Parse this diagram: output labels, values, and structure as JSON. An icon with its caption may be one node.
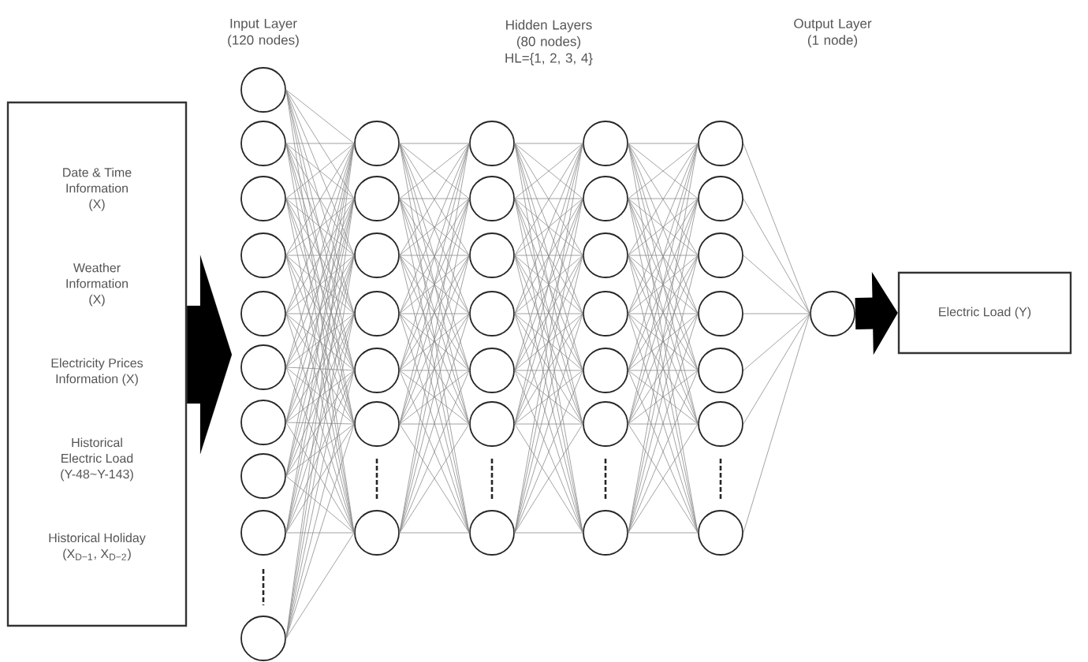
{
  "diagram": {
    "nodes": [
      {
        "text": [
          "Date & Time Information (X)",
          "Weather Information (X)",
          "Electricity Prices Information (X)",
          "Historical Electric Load (Y-48~Y-143)",
          "Historical Holiday (X$_{D−1}$, X$_{D−2}$)"
        ]
      },
      {
        "text": [],
        "shape": "circle"
      },
      {
        "text": [],
        "shape": "circle"
      },
      {
        "text": [],
        "shape": "circle"
      },
      {
        "text": [],
        "shape": "circle"
      },
      {
        "text": [],
        "shape": "circle"
      },
      {
        "text": [],
        "shape": "circle"
      },
      {
        "text": [],
        "shape": "circle"
      },
      {
        "text": [],
        "shape": "circle"
      },
      {
        "text": [],
        "shape": "circle"
      },
      {
        "text": [],
        "shape": "circle"
      },
      {
        "text": [],
        "shape": "circle"
      },
      {
        "text": [],
        "shape": "circle"
      },
      {
        "text": [],
        "shape": "circle"
      },
      {
        "text": [],
        "shape": "circle"
      },
      {
        "text": [],
        "shape": "circle"
      },
      {
        "text": [],
        "shape": "circle"
      },
      {
        "text": [],
        "shape": "circle"
      },
      {
        "text": [],
        "shape": "circle"
      },
      {
        "text": [],
        "shape": "circle"
      },
      {
        "text": [],
        "shape": "circle"
      },
      {
        "text": [],
        "shape": "circle"
      },
      {
        "text": [],
        "shape": "circle"
      },
      {
        "text": [],
        "shape": "circle"
      },
      {
        "text": [],
        "shape": "circle"
      },
      {
        "text": [],
        "shape": "circle"
      },
      {
        "text": [],
        "shape": "circle"
      },
      {
        "text": [],
        "shape": "circle"
      },
      {
        "text": [],
        "shape": "circle"
      },
      {
        "text": [],
        "shape": "circle"
      },
      {
        "text": [],
        "shape": "circle"
      },
      {
        "text": [],
        "shape": "circle"
      },
      {
        "text": [],
        "shape": "circle"
      },
      {
        "text": [],
        "shape": "circle"
      },
      {
        "text": [],
        "shape": "circle"
      },
      {
        "text": [],
        "shape": "circle"
      },
      {
        "text": [],
        "shape": "circle"
      },
      {
        "text": [],
        "shape": "circle"
      },
      {
        "text": [],
        "shape": "circle"
      },
      {
        "text": [],
        "shape": "circle"
      },
      {
        "text": [
          "Electric Load (Y)"
        ]
      }
    ],
    "edges": [
      {
        "from": 0,
        "to": null,
        "arrow": "to",
        "style": "thick",
        "color": "#000000"
      },
      {
        "from": 39,
        "to": 40,
        "arrow": "to",
        "style": "thick",
        "color": "#000000"
      },
      {
        "from": 1,
        "to": 11,
        "arrow": "none"
      },
      {
        "from": 1,
        "to": 12,
        "arrow": "none"
      },
      {
        "from": 1,
        "to": 13,
        "arrow": "none"
      },
      {
        "from": 1,
        "to": 14,
        "arrow": "none"
      },
      {
        "from": 1,
        "to": 15,
        "arrow": "none"
      },
      {
        "from": 1,
        "to": 16,
        "arrow": "none"
      },
      {
        "from": 1,
        "to": 17,
        "arrow": "none"
      },
      {
        "from": 2,
        "to": 11,
        "arrow": "none"
      },
      {
        "from": 2,
        "to": 12,
        "arrow": "none"
      },
      {
        "from": 2,
        "to": 13,
        "arrow": "none"
      },
      {
        "from": 2,
        "to": 14,
        "arrow": "none"
      },
      {
        "from": 2,
        "to": 15,
        "arrow": "none"
      },
      {
        "from": 2,
        "to": 16,
        "arrow": "none"
      },
      {
        "from": 2,
        "to": 17,
        "arrow": "none"
      },
      {
        "from": 3,
        "to": 11,
        "arrow": "none"
      },
      {
        "from": 3,
        "to": 12,
        "arrow": "none"
      },
      {
        "from": 3,
        "to": 13,
        "arrow": "none"
      },
      {
        "from": 3,
        "to": 14,
        "arrow": "none"
      },
      {
        "from": 3,
        "to": 15,
        "arrow": "none"
      },
      {
        "from": 3,
        "to": 16,
        "arrow": "none"
      },
      {
        "from": 3,
        "to": 17,
        "arrow": "none"
      },
      {
        "from": 4,
        "to": 11,
        "arrow": "none"
      },
      {
        "from": 4,
        "to": 12,
        "arrow": "none"
      },
      {
        "from": 4,
        "to": 13,
        "arrow": "none"
      },
      {
        "from": 4,
        "to": 14,
        "arrow": "none"
      },
      {
        "from": 4,
        "to": 15,
        "arrow": "none"
      },
      {
        "from": 4,
        "to": 16,
        "arrow": "none"
      },
      {
        "from": 4,
        "to": 17,
        "arrow": "none"
      },
      {
        "from": 5,
        "to": 11,
        "arrow": "none"
      },
      {
        "from": 5,
        "to": 12,
        "arrow": "none"
      },
      {
        "from": 5,
        "to": 13,
        "arrow": "none"
      },
      {
        "from": 5,
        "to": 14,
        "arrow": "none"
      },
      {
        "from": 5,
        "to": 15,
        "arrow": "none"
      },
      {
        "from": 5,
        "to": 16,
        "arrow": "none"
      },
      {
        "from": 5,
        "to": 17,
        "arrow": "none"
      },
      {
        "from": 6,
        "to": 11,
        "arrow": "none"
      },
      {
        "from": 6,
        "to": 12,
        "arrow": "none"
      },
      {
        "from": 6,
        "to": 13,
        "arrow": "none"
      },
      {
        "from": 6,
        "to": 14,
        "arrow": "none"
      },
      {
        "from": 6,
        "to": 15,
        "arrow": "none"
      },
      {
        "from": 6,
        "to": 16,
        "arrow": "none"
      },
      {
        "from": 6,
        "to": 17,
        "arrow": "none"
      },
      {
        "from": 7,
        "to": 11,
        "arrow": "none"
      },
      {
        "from": 7,
        "to": 12,
        "arrow": "none"
      },
      {
        "from": 7,
        "to": 13,
        "arrow": "none"
      },
      {
        "from": 7,
        "to": 14,
        "arrow": "none"
      },
      {
        "from": 7,
        "to": 15,
        "arrow": "none"
      },
      {
        "from": 7,
        "to": 16,
        "arrow": "none"
      },
      {
        "from": 7,
        "to": 17,
        "arrow": "none"
      },
      {
        "from": 8,
        "to": 11,
        "arrow": "none"
      },
      {
        "from": 8,
        "to": 12,
        "arrow": "none"
      },
      {
        "from": 8,
        "to": 13,
        "arrow": "none"
      },
      {
        "from": 8,
        "to": 14,
        "arrow": "none"
      },
      {
        "from": 8,
        "to": 15,
        "arrow": "none"
      },
      {
        "from": 8,
        "to": 16,
        "arrow": "none"
      },
      {
        "from": 8,
        "to": 17,
        "arrow": "none"
      },
      {
        "from": 9,
        "to": 11,
        "arrow": "none"
      },
      {
        "from": 9,
        "to": 12,
        "arrow": "none"
      },
      {
        "from": 9,
        "to": 13,
        "arrow": "none"
      },
      {
        "from": 9,
        "to": 14,
        "arrow": "none"
      },
      {
        "from": 9,
        "to": 15,
        "arrow": "none"
      },
      {
        "from": 9,
        "to": 16,
        "arrow": "none"
      },
      {
        "from": 9,
        "to": 17,
        "arrow": "none"
      },
      {
        "from": 10,
        "to": 11,
        "arrow": "none"
      },
      {
        "from": 10,
        "to": 12,
        "arrow": "none"
      },
      {
        "from": 10,
        "to": 13,
        "arrow": "none"
      },
      {
        "from": 10,
        "to": 14,
        "arrow": "none"
      },
      {
        "from": 10,
        "to": 15,
        "arrow": "none"
      },
      {
        "from": 10,
        "to": 16,
        "arrow": "none"
      },
      {
        "from": 10,
        "to": 17,
        "arrow": "none"
      },
      {
        "from": 11,
        "to": 18,
        "arrow": "none"
      },
      {
        "from": 11,
        "to": 19,
        "arrow": "none"
      },
      {
        "from": 11,
        "to": 20,
        "arrow": "none"
      },
      {
        "from": 11,
        "to": 21,
        "arrow": "none"
      },
      {
        "from": 11,
        "to": 22,
        "arrow": "none"
      },
      {
        "from": 11,
        "to": 23,
        "arrow": "none"
      },
      {
        "from": 11,
        "to": 24,
        "arrow": "none"
      },
      {
        "from": 12,
        "to": 18,
        "arrow": "none"
      },
      {
        "from": 12,
        "to": 19,
        "arrow": "none"
      },
      {
        "from": 12,
        "to": 20,
        "arrow": "none"
      },
      {
        "from": 12,
        "to": 21,
        "arrow": "none"
      },
      {
        "from": 12,
        "to": 22,
        "arrow": "none"
      },
      {
        "from": 12,
        "to": 23,
        "arrow": "none"
      },
      {
        "from": 12,
        "to": 24,
        "arrow": "none"
      },
      {
        "from": 13,
        "to": 18,
        "arrow": "none"
      },
      {
        "from": 13,
        "to": 19,
        "arrow": "none"
      },
      {
        "from": 13,
        "to": 20,
        "arrow": "none"
      },
      {
        "from": 13,
        "to": 21,
        "arrow": "none"
      },
      {
        "from": 13,
        "to": 22,
        "arrow": "none"
      },
      {
        "from": 13,
        "to": 23,
        "arrow": "none"
      },
      {
        "from": 13,
        "to": 24,
        "arrow": "none"
      },
      {
        "from": 14,
        "to": 18,
        "arrow": "none"
      },
      {
        "from": 14,
        "to": 19,
        "arrow": "none"
      },
      {
        "from": 14,
        "to": 20,
        "arrow": "none"
      },
      {
        "from": 14,
        "to": 21,
        "arrow": "none"
      },
      {
        "from": 14,
        "to": 22,
        "arrow": "none"
      },
      {
        "from": 14,
        "to": 23,
        "arrow": "none"
      },
      {
        "from": 14,
        "to": 24,
        "arrow": "none"
      },
      {
        "from": 15,
        "to": 18,
        "arrow": "none"
      },
      {
        "from": 15,
        "to": 19,
        "arrow": "none"
      },
      {
        "from": 15,
        "to": 20,
        "arrow": "none"
      },
      {
        "from": 15,
        "to": 21,
        "arrow": "none"
      },
      {
        "from": 15,
        "to": 22,
        "arrow": "none"
      },
      {
        "from": 15,
        "to": 23,
        "arrow": "none"
      },
      {
        "from": 15,
        "to": 24,
        "arrow": "none"
      },
      {
        "from": 16,
        "to": 18,
        "arrow": "none"
      },
      {
        "from": 16,
        "to": 19,
        "arrow": "none"
      },
      {
        "from": 16,
        "to": 20,
        "arrow": "none"
      },
      {
        "from": 16,
        "to": 21,
        "arrow": "none"
      },
      {
        "from": 16,
        "to": 22,
        "arrow": "none"
      },
      {
        "from": 16,
        "to": 23,
        "arrow": "none"
      },
      {
        "from": 16,
        "to": 24,
        "arrow": "none"
      },
      {
        "from": 17,
        "to": 18,
        "arrow": "none"
      },
      {
        "from": 17,
        "to": 19,
        "arrow": "none"
      },
      {
        "from": 17,
        "to": 20,
        "arrow": "none"
      },
      {
        "from": 17,
        "to": 21,
        "arrow": "none"
      },
      {
        "from": 17,
        "to": 22,
        "arrow": "none"
      },
      {
        "from": 17,
        "to": 23,
        "arrow": "none"
      },
      {
        "from": 17,
        "to": 24,
        "arrow": "none"
      },
      {
        "from": 18,
        "to": 25,
        "arrow": "none"
      },
      {
        "from": 18,
        "to": 26,
        "arrow": "none"
      },
      {
        "from": 18,
        "to": 27,
        "arrow": "none"
      },
      {
        "from": 18,
        "to": 28,
        "arrow": "none"
      },
      {
        "from": 18,
        "to": 29,
        "arrow": "none"
      },
      {
        "from": 18,
        "to": 30,
        "arrow": "none"
      },
      {
        "from": 18,
        "to": 31,
        "arrow": "none"
      },
      {
        "from": 19,
        "to": 25,
        "arrow": "none"
      },
      {
        "from": 19,
        "to": 26,
        "arrow": "none"
      },
      {
        "from": 19,
        "to": 27,
        "arrow": "none"
      },
      {
        "from": 19,
        "to": 28,
        "arrow": "none"
      },
      {
        "from": 19,
        "to": 29,
        "arrow": "none"
      },
      {
        "from": 19,
        "to": 30,
        "arrow": "none"
      },
      {
        "from": 19,
        "to": 31,
        "arrow": "none"
      },
      {
        "from": 20,
        "to": 25,
        "arrow": "none"
      },
      {
        "from": 20,
        "to": 26,
        "arrow": "none"
      },
      {
        "from": 20,
        "to": 27,
        "arrow": "none"
      },
      {
        "from": 20,
        "to": 28,
        "arrow": "none"
      },
      {
        "from": 20,
        "to": 29,
        "arrow": "none"
      },
      {
        "from": 20,
        "to": 30,
        "arrow": "none"
      },
      {
        "from": 20,
        "to": 31,
        "arrow": "none"
      },
      {
        "from": 21,
        "to": 25,
        "arrow": "none"
      },
      {
        "from": 21,
        "to": 26,
        "arrow": "none"
      },
      {
        "from": 21,
        "to": 27,
        "arrow": "none"
      },
      {
        "from": 21,
        "to": 28,
        "arrow": "none"
      },
      {
        "from": 21,
        "to": 29,
        "arrow": "none"
      },
      {
        "from": 21,
        "to": 30,
        "arrow": "none"
      },
      {
        "from": 21,
        "to": 31,
        "arrow": "none"
      },
      {
        "from": 22,
        "to": 25,
        "arrow": "none"
      },
      {
        "from": 22,
        "to": 26,
        "arrow": "none"
      },
      {
        "from": 22,
        "to": 27,
        "arrow": "none"
      },
      {
        "from": 22,
        "to": 28,
        "arrow": "none"
      },
      {
        "from": 22,
        "to": 29,
        "arrow": "none"
      },
      {
        "from": 22,
        "to": 30,
        "arrow": "none"
      },
      {
        "from": 22,
        "to": 31,
        "arrow": "none"
      },
      {
        "from": 23,
        "to": 25,
        "arrow": "none"
      },
      {
        "from": 23,
        "to": 26,
        "arrow": "none"
      },
      {
        "from": 23,
        "to": 27,
        "arrow": "none"
      },
      {
        "from": 23,
        "to": 28,
        "arrow": "none"
      },
      {
        "from": 23,
        "to": 29,
        "arrow": "none"
      },
      {
        "from": 23,
        "to": 30,
        "arrow": "none"
      },
      {
        "from": 23,
        "to": 31,
        "arrow": "none"
      },
      {
        "from": 24,
        "to": 25,
        "arrow": "none"
      },
      {
        "from": 24,
        "to": 26,
        "arrow": "none"
      },
      {
        "from": 24,
        "to": 27,
        "arrow": "none"
      },
      {
        "from": 24,
        "to": 28,
        "arrow": "none"
      },
      {
        "from": 24,
        "to": 29,
        "arrow": "none"
      },
      {
        "from": 24,
        "to": 30,
        "arrow": "none"
      },
      {
        "from": 24,
        "to": 31,
        "arrow": "none"
      },
      {
        "from": 25,
        "to": 32,
        "arrow": "none"
      },
      {
        "from": 25,
        "to": 33,
        "arrow": "none"
      },
      {
        "from": 25,
        "to": 34,
        "arrow": "none"
      },
      {
        "from": 25,
        "to": 35,
        "arrow": "none"
      },
      {
        "from": 25,
        "to": 36,
        "arrow": "none"
      },
      {
        "from": 25,
        "to": 37,
        "arrow": "none"
      },
      {
        "from": 25,
        "to": 38,
        "arrow": "none"
      },
      {
        "from": 26,
        "to": 32,
        "arrow": "none"
      },
      {
        "from": 26,
        "to": 33,
        "arrow": "none"
      },
      {
        "from": 26,
        "to": 34,
        "arrow": "none"
      },
      {
        "from": 26,
        "to": 35,
        "arrow": "none"
      },
      {
        "from": 26,
        "to": 36,
        "arrow": "none"
      },
      {
        "from": 26,
        "to": 37,
        "arrow": "none"
      },
      {
        "from": 26,
        "to": 38,
        "arrow": "none"
      },
      {
        "from": 27,
        "to": 32,
        "arrow": "none"
      },
      {
        "from": 27,
        "to": 33,
        "arrow": "none"
      },
      {
        "from": 27,
        "to": 34,
        "arrow": "none"
      },
      {
        "from": 27,
        "to": 35,
        "arrow": "none"
      },
      {
        "from": 27,
        "to": 36,
        "arrow": "none"
      },
      {
        "from": 27,
        "to": 37,
        "arrow": "none"
      },
      {
        "from": 27,
        "to": 38,
        "arrow": "none"
      },
      {
        "from": 28,
        "to": 32,
        "arrow": "none"
      },
      {
        "from": 28,
        "to": 33,
        "arrow": "none"
      },
      {
        "from": 28,
        "to": 34,
        "arrow": "none"
      },
      {
        "from": 28,
        "to": 35,
        "arrow": "none"
      },
      {
        "from": 28,
        "to": 36,
        "arrow": "none"
      },
      {
        "from": 28,
        "to": 37,
        "arrow": "none"
      },
      {
        "from": 28,
        "to": 38,
        "arrow": "none"
      },
      {
        "from": 29,
        "to": 32,
        "arrow": "none"
      },
      {
        "from": 29,
        "to": 33,
        "arrow": "none"
      },
      {
        "from": 29,
        "to": 34,
        "arrow": "none"
      },
      {
        "from": 29,
        "to": 35,
        "arrow": "none"
      },
      {
        "from": 29,
        "to": 36,
        "arrow": "none"
      },
      {
        "from": 29,
        "to": 37,
        "arrow": "none"
      },
      {
        "from": 29,
        "to": 38,
        "arrow": "none"
      },
      {
        "from": 30,
        "to": 32,
        "arrow": "none"
      },
      {
        "from": 30,
        "to": 33,
        "arrow": "none"
      },
      {
        "from": 30,
        "to": 34,
        "arrow": "none"
      },
      {
        "from": 30,
        "to": 35,
        "arrow": "none"
      },
      {
        "from": 30,
        "to": 36,
        "arrow": "none"
      },
      {
        "from": 30,
        "to": 37,
        "arrow": "none"
      },
      {
        "from": 30,
        "to": 38,
        "arrow": "none"
      },
      {
        "from": 31,
        "to": 32,
        "arrow": "none"
      },
      {
        "from": 31,
        "to": 33,
        "arrow": "none"
      },
      {
        "from": 31,
        "to": 34,
        "arrow": "none"
      },
      {
        "from": 31,
        "to": 35,
        "arrow": "none"
      },
      {
        "from": 31,
        "to": 36,
        "arrow": "none"
      },
      {
        "from": 31,
        "to": 37,
        "arrow": "none"
      },
      {
        "from": 31,
        "to": 38,
        "arrow": "none"
      },
      {
        "from": 32,
        "to": 39,
        "arrow": "none"
      },
      {
        "from": 33,
        "to": 39,
        "arrow": "none"
      },
      {
        "from": 34,
        "to": 39,
        "arrow": "none"
      },
      {
        "from": 35,
        "to": 39,
        "arrow": "none"
      },
      {
        "from": 36,
        "to": 39,
        "arrow": "none"
      },
      {
        "from": 37,
        "to": 39,
        "arrow": "none"
      },
      {
        "from": 38,
        "to": 39,
        "arrow": "none"
      }
    ],
    "labels": [
      "Input Layer (120 nodes)",
      "Hidden Layers (80 nodes) HL={1, 2, 3, 4}",
      "Output Layer (1 node)"
    ]
  }
}
